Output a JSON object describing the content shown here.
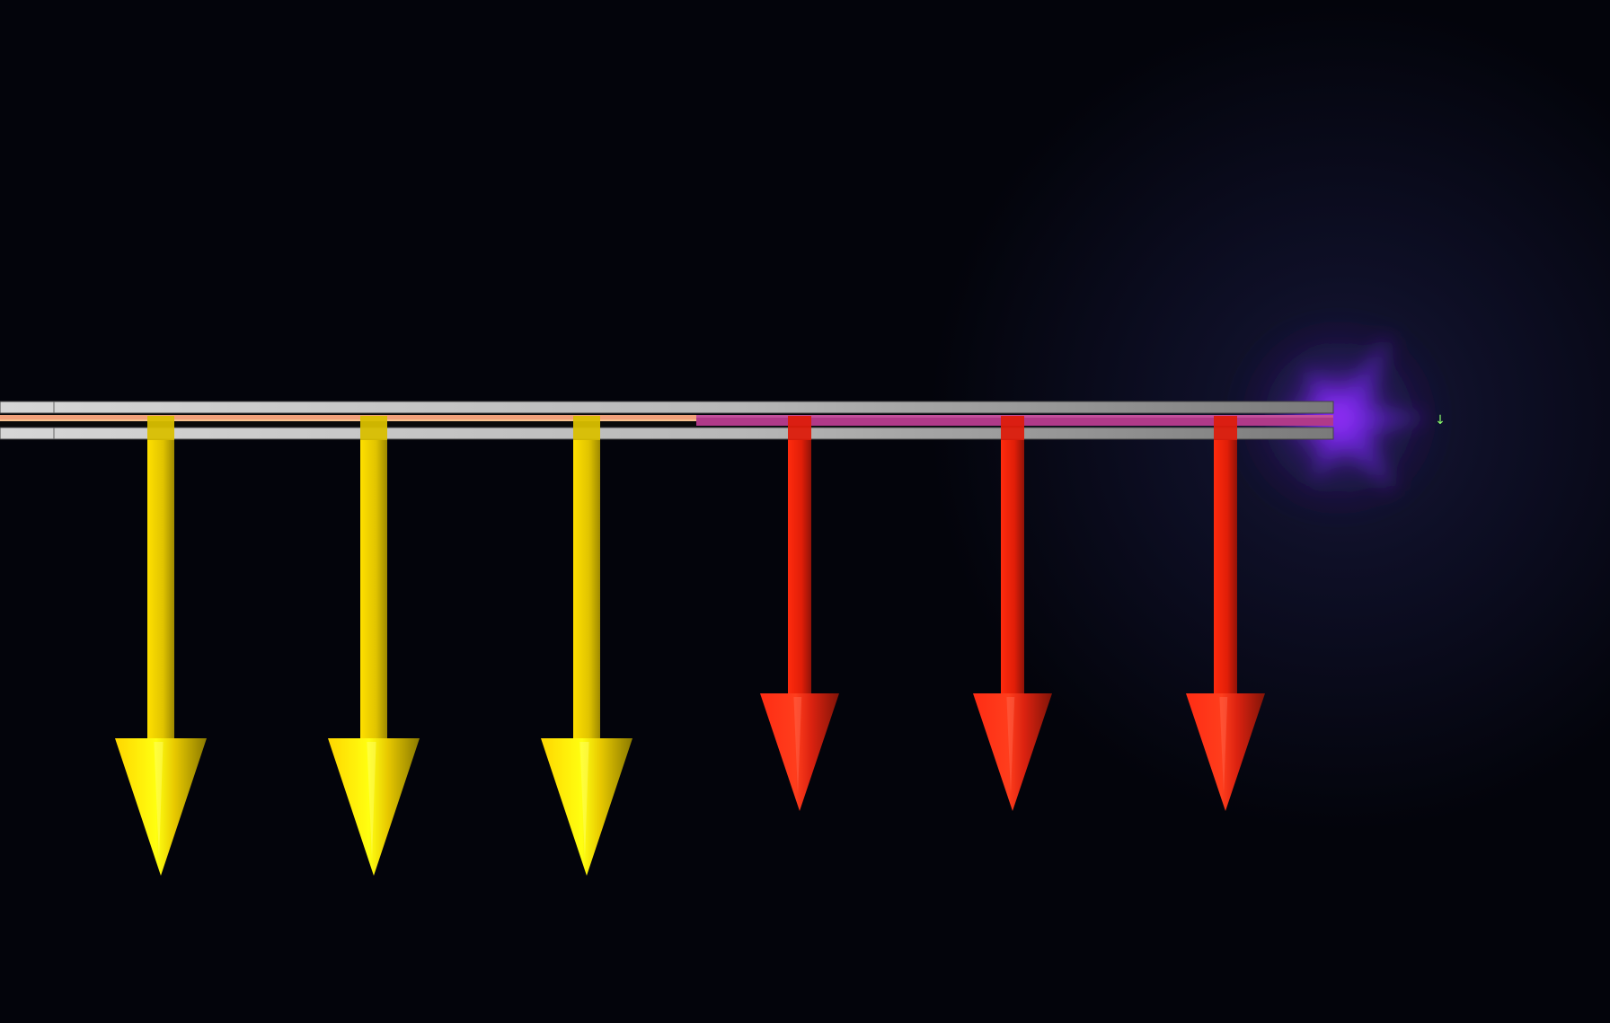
{
  "scene": {
    "marker_text": "↓"
  },
  "colors": {
    "background": "#03040b",
    "glow": "#7a2cff",
    "channel_left": "#f1a07a",
    "channel_right": "#b03a89",
    "arrow_yellow": "#f2d400",
    "arrow_red": "#ff2a12",
    "plate": "#bdbdbd"
  },
  "arrows": [
    {
      "color_name": "yellow"
    },
    {
      "color_name": "yellow"
    },
    {
      "color_name": "yellow"
    },
    {
      "color_name": "red"
    },
    {
      "color_name": "red"
    },
    {
      "color_name": "red"
    }
  ]
}
